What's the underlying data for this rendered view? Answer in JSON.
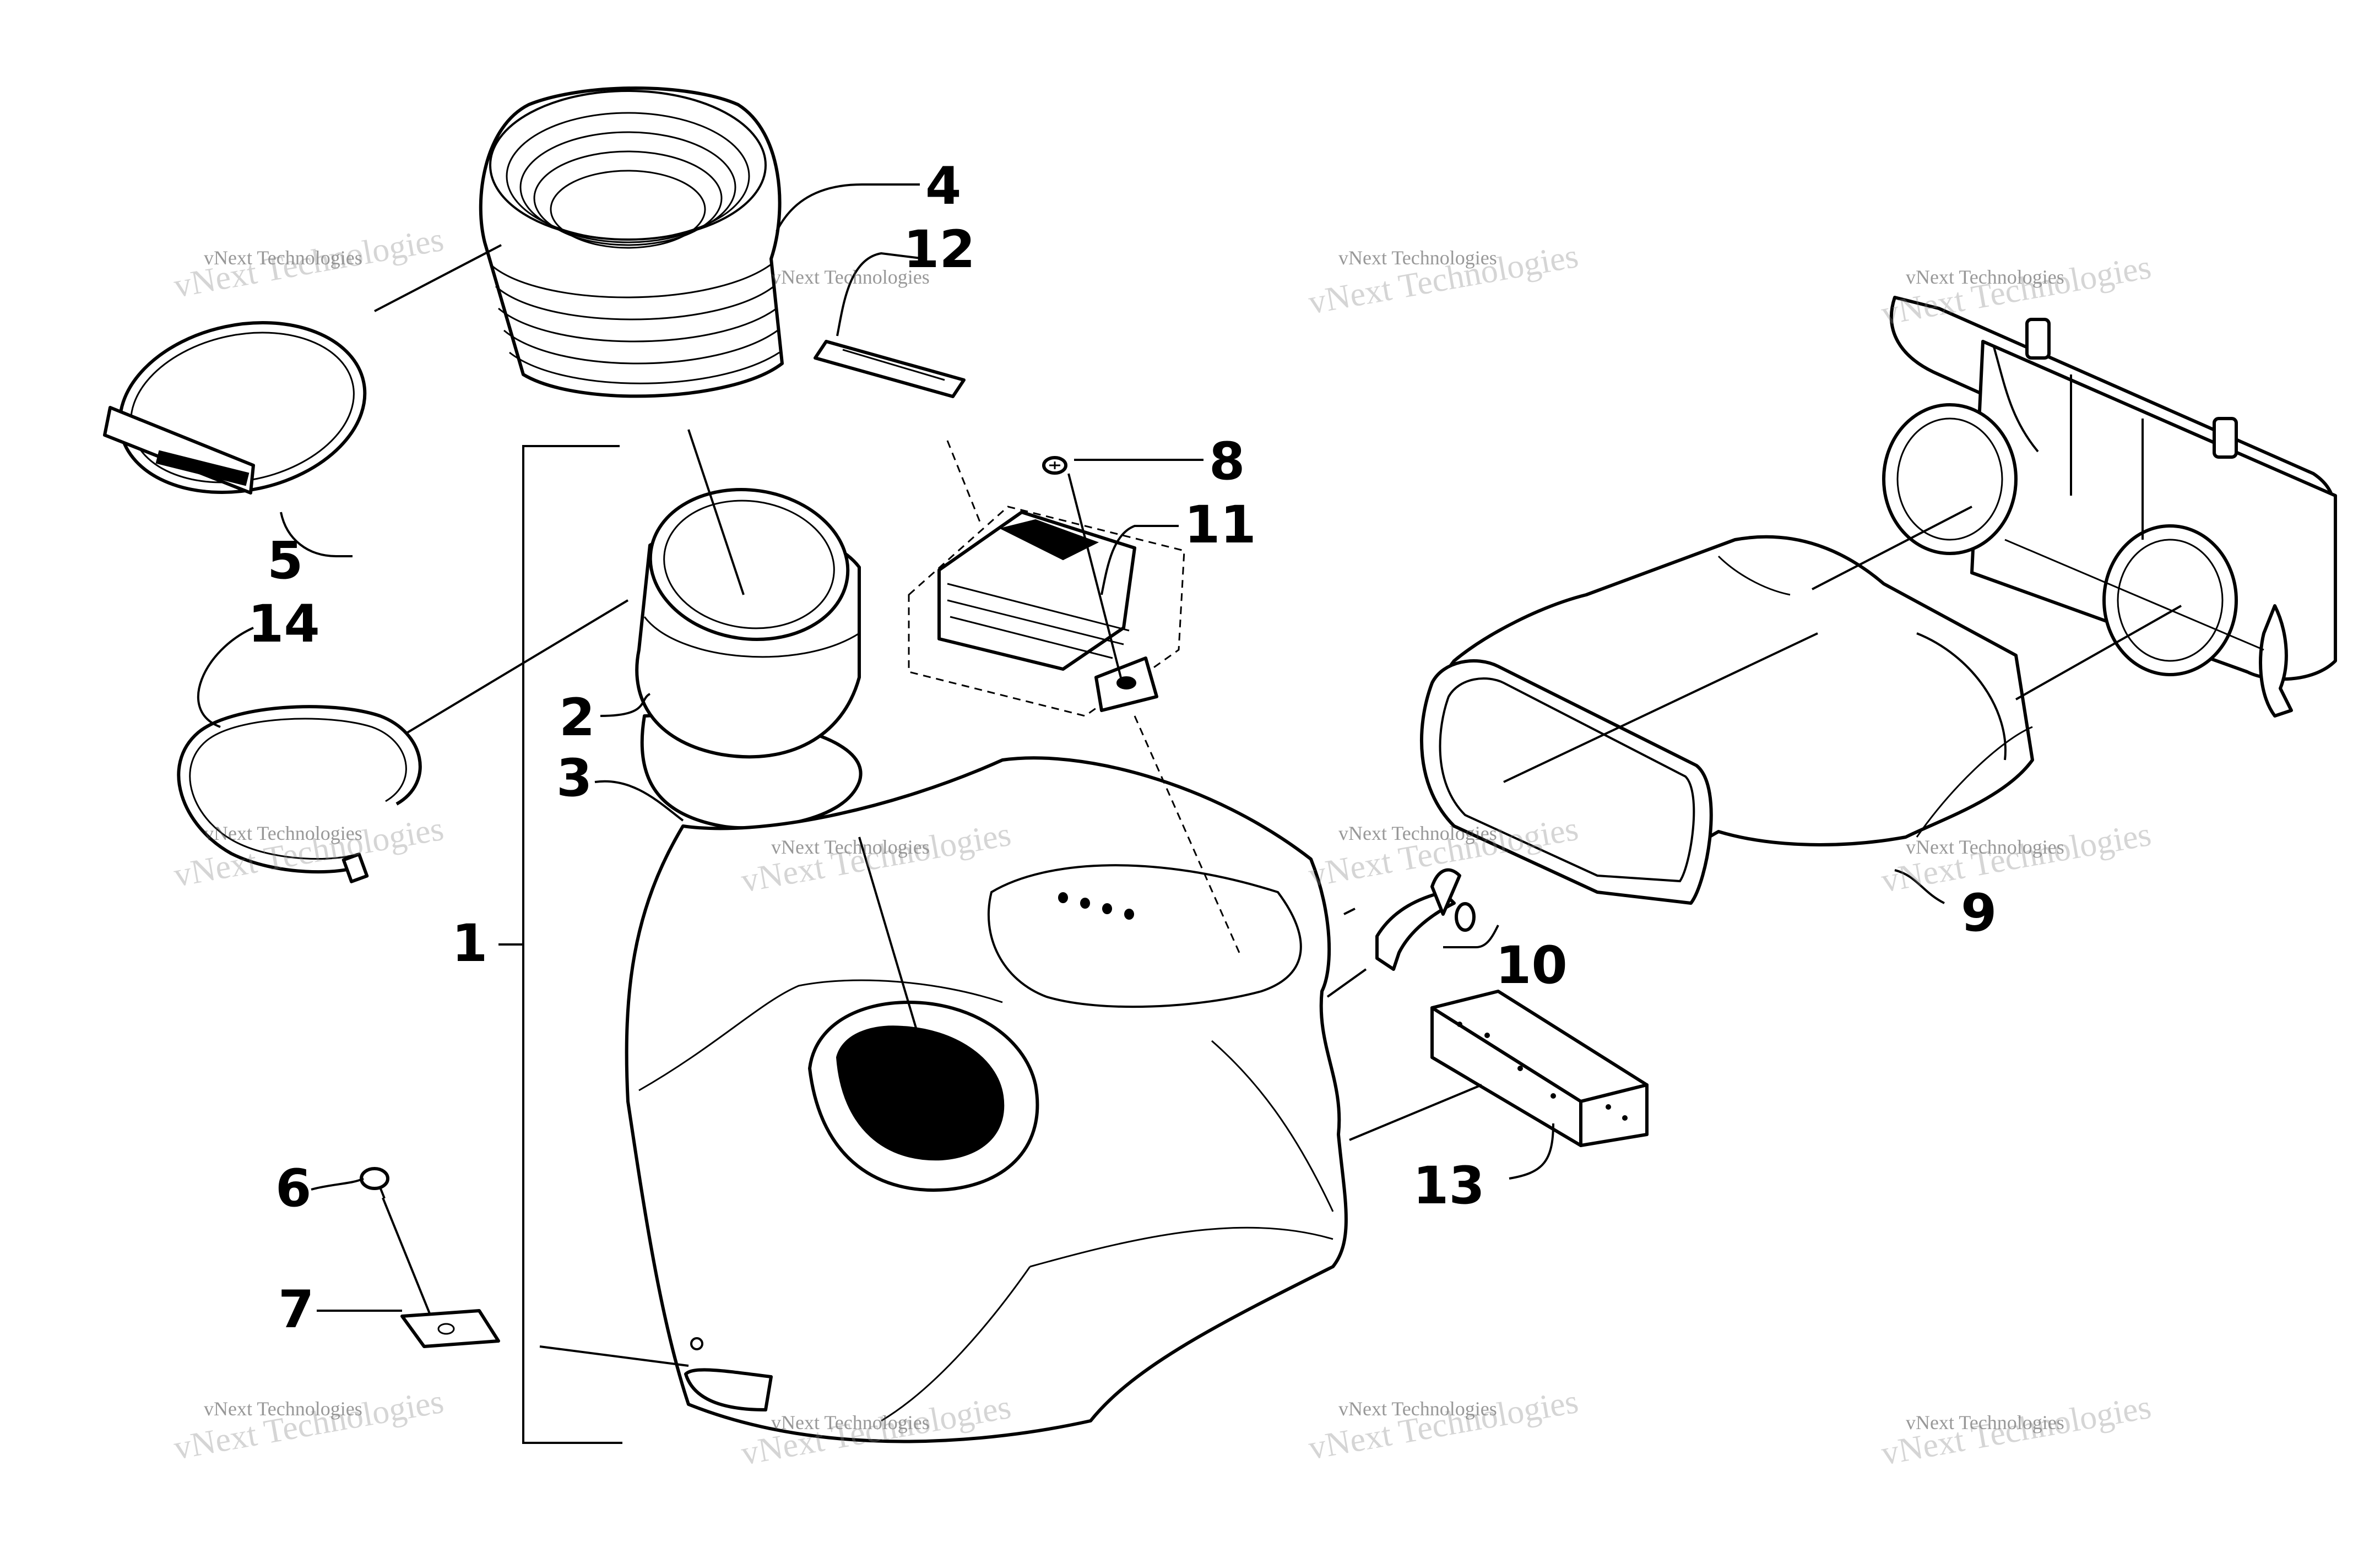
{
  "callouts": {
    "c1": "1",
    "c2": "2",
    "c3": "3",
    "c4": "4",
    "c5": "5",
    "c6": "6",
    "c7": "7",
    "c8": "8",
    "c9": "9",
    "c10": "10",
    "c11": "11",
    "c12": "12",
    "c13": "13",
    "c14": "14"
  },
  "watermark": {
    "line1": "vNext Technologies",
    "big": "vNext Technologies"
  }
}
